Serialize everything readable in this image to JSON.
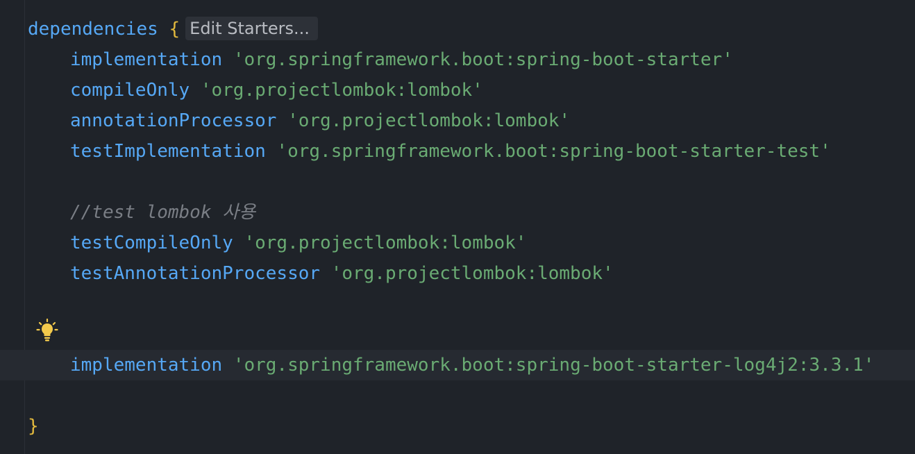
{
  "code": {
    "open_keyword": "dependencies",
    "open_brace": "{",
    "hint_label": "Edit Starters...",
    "lines": [
      {
        "config": "implementation",
        "artifact": "'org.springframework.boot:spring-boot-starter'"
      },
      {
        "config": "compileOnly",
        "artifact": "'org.projectlombok:lombok'"
      },
      {
        "config": "annotationProcessor",
        "artifact": "'org.projectlombok:lombok'"
      },
      {
        "config": "testImplementation",
        "artifact": "'org.springframework.boot:spring-boot-starter-test'"
      }
    ],
    "comment": "//test lombok 사용",
    "test_lines": [
      {
        "config": "testCompileOnly",
        "artifact": "'org.projectlombok:lombok'"
      },
      {
        "config": "testAnnotationProcessor",
        "artifact": "'org.projectlombok:lombok'"
      }
    ],
    "added_line": {
      "config": "implementation",
      "artifact": "'org.springframework.boot:spring-boot-starter-log4j2:3.3.1'"
    },
    "close_brace": "}"
  },
  "icons": {
    "intention": "lightbulb-icon"
  },
  "colors": {
    "background": "#1f2329",
    "keyword": "#56a8f5",
    "string": "#6aab73",
    "brace": "#e2b93d",
    "comment": "#7a7e85",
    "bulb": "#f2c94c"
  }
}
